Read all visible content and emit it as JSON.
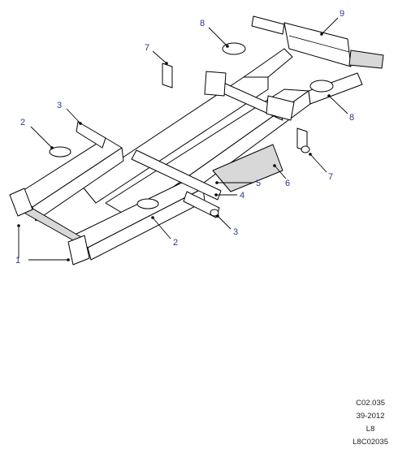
{
  "callouts": [
    {
      "id": "c1",
      "label": "1"
    },
    {
      "id": "c2a",
      "label": "2"
    },
    {
      "id": "c2b",
      "label": "2"
    },
    {
      "id": "c3a",
      "label": "3"
    },
    {
      "id": "c3b",
      "label": "3"
    },
    {
      "id": "c4",
      "label": "4"
    },
    {
      "id": "c5",
      "label": "5"
    },
    {
      "id": "c6",
      "label": "6"
    },
    {
      "id": "c7a",
      "label": "7"
    },
    {
      "id": "c7b",
      "label": "7"
    },
    {
      "id": "c8a",
      "label": "8"
    },
    {
      "id": "c8b",
      "label": "8"
    },
    {
      "id": "c9",
      "label": "9"
    }
  ],
  "reference": {
    "line1": "C02.035",
    "line2": "39-2012",
    "line3": "L8",
    "line4": "L8C02035"
  }
}
